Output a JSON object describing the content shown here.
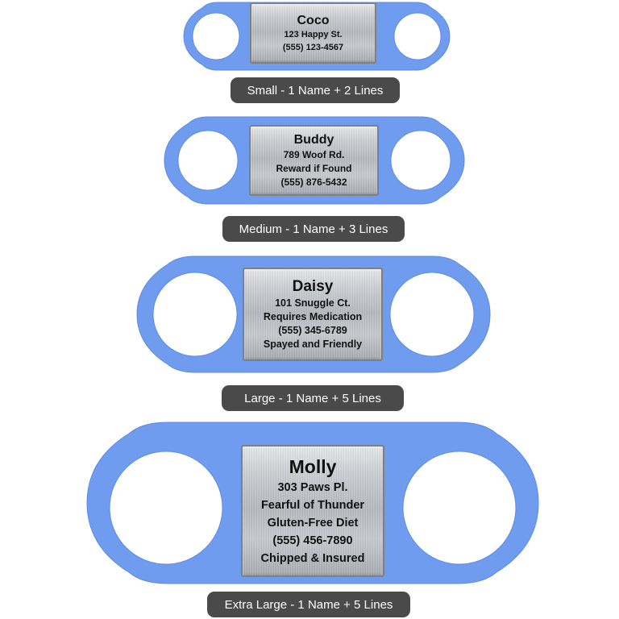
{
  "colors": {
    "silicone": "#6f9cef",
    "silicone_edge": "#5d8ce6",
    "caption_bg": "#4a4a4a",
    "caption_text": "#ffffff",
    "plate_text": "#111111"
  },
  "tags": [
    {
      "size": "small",
      "name": "Coco",
      "lines": [
        "123 Happy St.",
        "(555) 123-4567"
      ],
      "caption": "Small - 1 Name + 2 Lines"
    },
    {
      "size": "medium",
      "name": "Buddy",
      "lines": [
        "789 Woof Rd.",
        "Reward if Found",
        "(555) 876-5432"
      ],
      "caption": "Medium - 1 Name + 3 Lines"
    },
    {
      "size": "large",
      "name": "Daisy",
      "lines": [
        "101 Snuggle Ct.",
        "Requires Medication",
        "(555) 345-6789",
        "Spayed and Friendly"
      ],
      "caption": "Large - 1 Name + 5 Lines"
    },
    {
      "size": "extra-large",
      "name": "Molly",
      "lines": [
        "303 Paws Pl.",
        "Fearful of Thunder",
        "Gluten-Free Diet",
        "(555) 456-7890",
        "Chipped & Insured"
      ],
      "caption": "Extra Large - 1 Name + 5 Lines"
    }
  ]
}
